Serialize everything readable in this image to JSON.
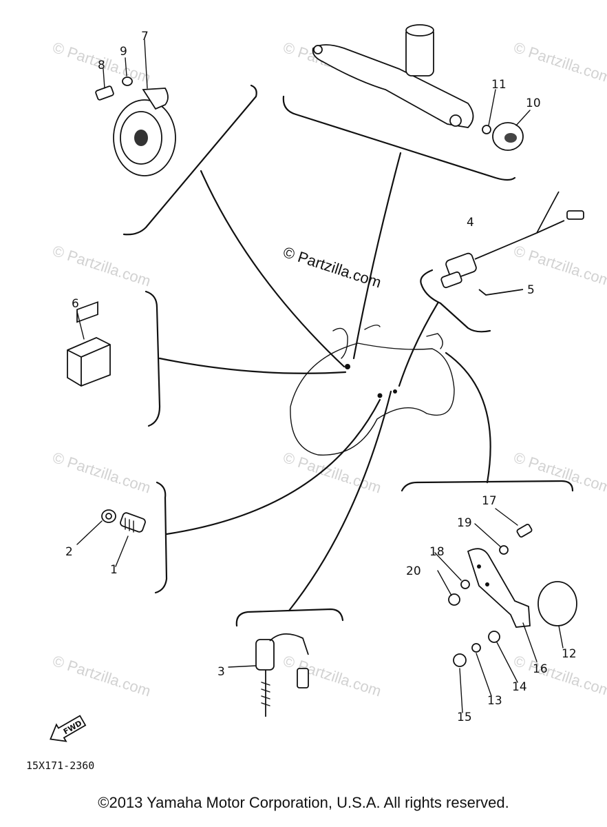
{
  "watermarks": {
    "repeated": "© Partzilla.com",
    "center": "© Partzilla.com"
  },
  "callouts": [
    "1",
    "2",
    "3",
    "4",
    "5",
    "6",
    "7",
    "8",
    "9",
    "10",
    "11",
    "12",
    "13",
    "14",
    "15",
    "16",
    "17",
    "18",
    "19",
    "20"
  ],
  "direction_label": "FWD",
  "diagram_code": "15X171-2360",
  "copyright": "©2013 Yamaha Motor Corporation, U.S.A. All rights reserved.",
  "colors": {
    "ink": "#111111",
    "watermark": "#d2d2d2",
    "background": "#ffffff"
  }
}
